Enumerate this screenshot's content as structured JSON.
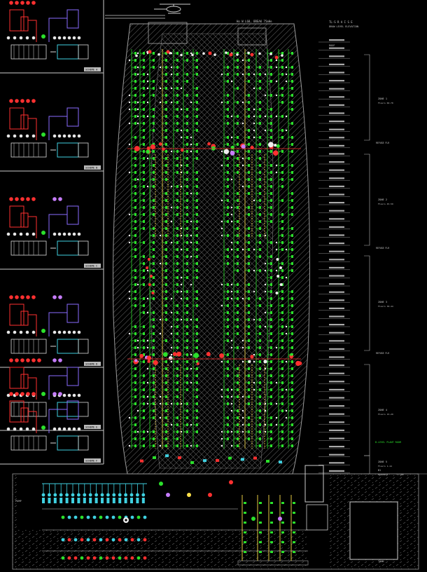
{
  "drawing": {
    "roof_note": "Ho W L68, BREAK 75mHe",
    "legend_title": "TL-S R A I S E",
    "legend_subtitle": "DRAW LEVEL ELEVATION",
    "legend_top_note": "ROOF",
    "zone_labels": [
      {
        "text": "ZONE 1",
        "sub": "Floors 60-70"
      },
      {
        "text": "ZONE 2",
        "sub": "Floors 45-59"
      },
      {
        "text": "ZONE 3",
        "sub": "Floors 30-44"
      },
      {
        "text": "ZONE 4",
        "sub": "Floors 15-29"
      },
      {
        "text": "ZONE 5",
        "sub": "Floors 1-14"
      },
      {
        "text": "B1",
        "sub": "Basement"
      }
    ],
    "refuge_labels": [
      "REFUGE FLR",
      "REFUGE FLR",
      "REFUGE FLR"
    ],
    "basement_label": "B-LEVEL PLANT ROOM",
    "plant_note": "1:100",
    "left_panel_tags": [
      "SCHEME A",
      "SCHEME B",
      "SCHEME C",
      "SCHEME D",
      "SCHEME E",
      "SCHEME F"
    ],
    "basement_left_tag": "PUMP",
    "basement_tag": "TANK"
  }
}
